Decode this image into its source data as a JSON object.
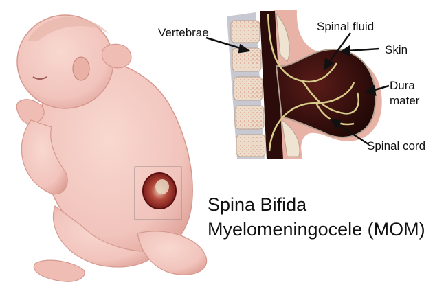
{
  "labels": {
    "vertebrae": "Vertebrae",
    "spinal_fluid": "Spinal fluid",
    "skin": "Skin",
    "dura_line1": "Dura",
    "dura_line2": "mater",
    "spinal_cord": "Spinal cord"
  },
  "title": {
    "line1": "Spina Bifida",
    "line2": "Myelomeningocele (MOM)"
  },
  "colors": {
    "baby_skin": "#f1c4bc",
    "baby_shadow": "#d99c93",
    "vertebra": "#e8d8c8",
    "tissue": "#e6b3a6",
    "sac": "#3a1210",
    "nerve": "#d8cc8a",
    "wound": "#8a1f1f"
  }
}
